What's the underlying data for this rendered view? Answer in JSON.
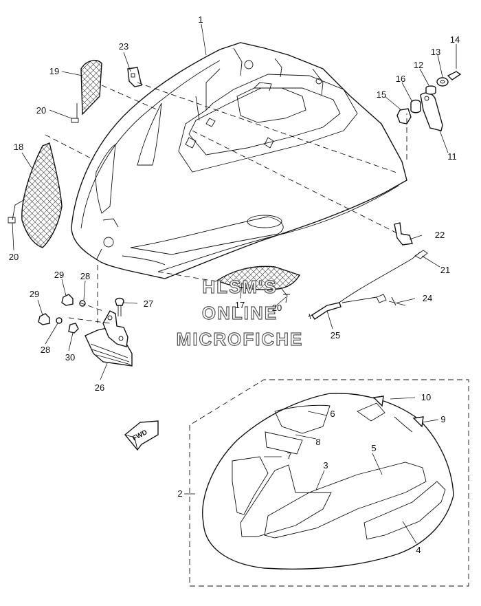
{
  "diagram": {
    "callouts": [
      "1",
      "2",
      "3",
      "4",
      "5",
      "6",
      "7",
      "8",
      "9",
      "10",
      "11",
      "12",
      "13",
      "14",
      "15",
      "16",
      "17",
      "18",
      "19",
      "20",
      "20",
      "20",
      "21",
      "22",
      "23",
      "24",
      "25",
      "26",
      "27",
      "28",
      "28",
      "29",
      "29",
      "30"
    ],
    "fwd_label": "FWD",
    "watermark": {
      "line1": "HLSM'S",
      "line2": "ONLINE",
      "line3": "MICROFICHE"
    }
  }
}
